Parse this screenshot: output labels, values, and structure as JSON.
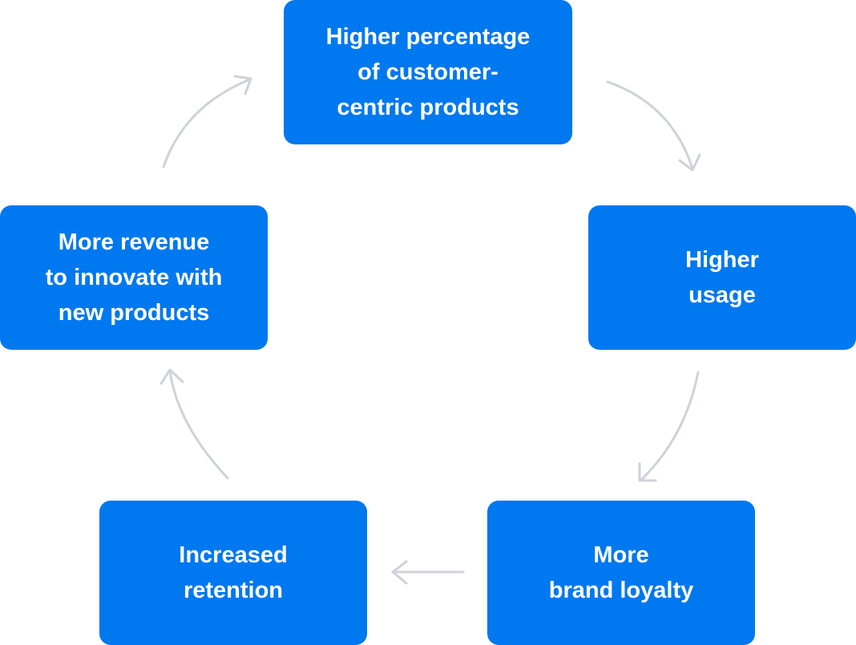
{
  "diagram": {
    "nodes": {
      "top": {
        "lines": [
          "Higher percentage",
          "of customer-",
          "centric products"
        ]
      },
      "right": {
        "lines": [
          "Higher",
          "usage"
        ]
      },
      "bottom_right": {
        "lines": [
          "More",
          "brand loyalty"
        ]
      },
      "bottom_left": {
        "lines": [
          "Increased",
          "retention"
        ]
      },
      "left": {
        "lines": [
          "More revenue",
          "to innovate with",
          "new products"
        ]
      }
    }
  },
  "colors": {
    "node_fill": "#0078f0",
    "node_text": "#ffffff",
    "arrow": "#cfd2d8",
    "background": "#ffffff"
  }
}
